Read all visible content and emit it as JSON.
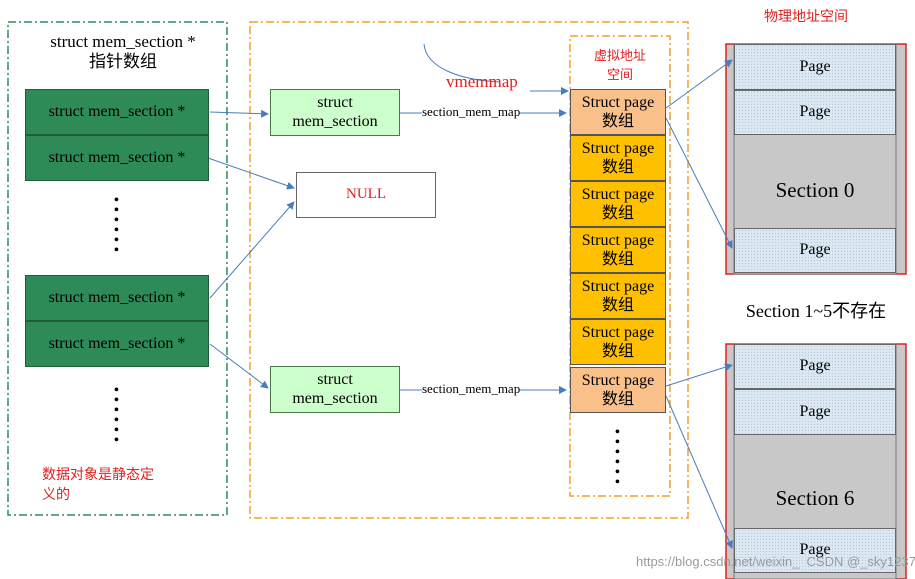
{
  "left_panel": {
    "title": "struct mem_section *\n指针数组",
    "entries": [
      "struct mem_section *",
      "struct mem_section *",
      "struct mem_section *",
      "struct mem_section *"
    ],
    "note": "数据对象是静态定\n义的"
  },
  "middle_panel": {
    "mem_section_top": "struct\nmem_section",
    "mem_section_bottom": "struct\nmem_section",
    "null_label": "NULL",
    "edge_label_top": "section_mem_map",
    "edge_label_bottom": "section_mem_map",
    "vmemmap_label": "vmemmap",
    "virtual_space_label": "虚拟地址\n空间",
    "struct_page_cells": [
      "Struct page\n数组",
      "Struct page\n数组",
      "Struct page\n数组",
      "Struct page\n数组",
      "Struct page\n数组",
      "Struct page\n数组",
      "Struct page\n数组"
    ]
  },
  "right_panel": {
    "title": "物理地址空间",
    "section0": {
      "pages": [
        "Page",
        "Page",
        "Page"
      ],
      "label": "Section 0"
    },
    "missing_label": "Section 1~5不存在",
    "section6": {
      "pages": [
        "Page",
        "Page",
        "Page"
      ],
      "label": "Section 6"
    }
  },
  "watermark": "https://blog.csdn.net/weixin_  CSDN @_sky1237",
  "colors": {
    "dark_green": "#2e8b57",
    "light_green": "#ccffcc",
    "peach": "#f9c089",
    "orange": "#ffc000",
    "page_blue": "#dbe8f4",
    "section_red": "#e02020",
    "arrow_blue": "#4a7ebb",
    "panel_green_border": "#2e8b57",
    "panel_orange_border": "#f0a030"
  }
}
